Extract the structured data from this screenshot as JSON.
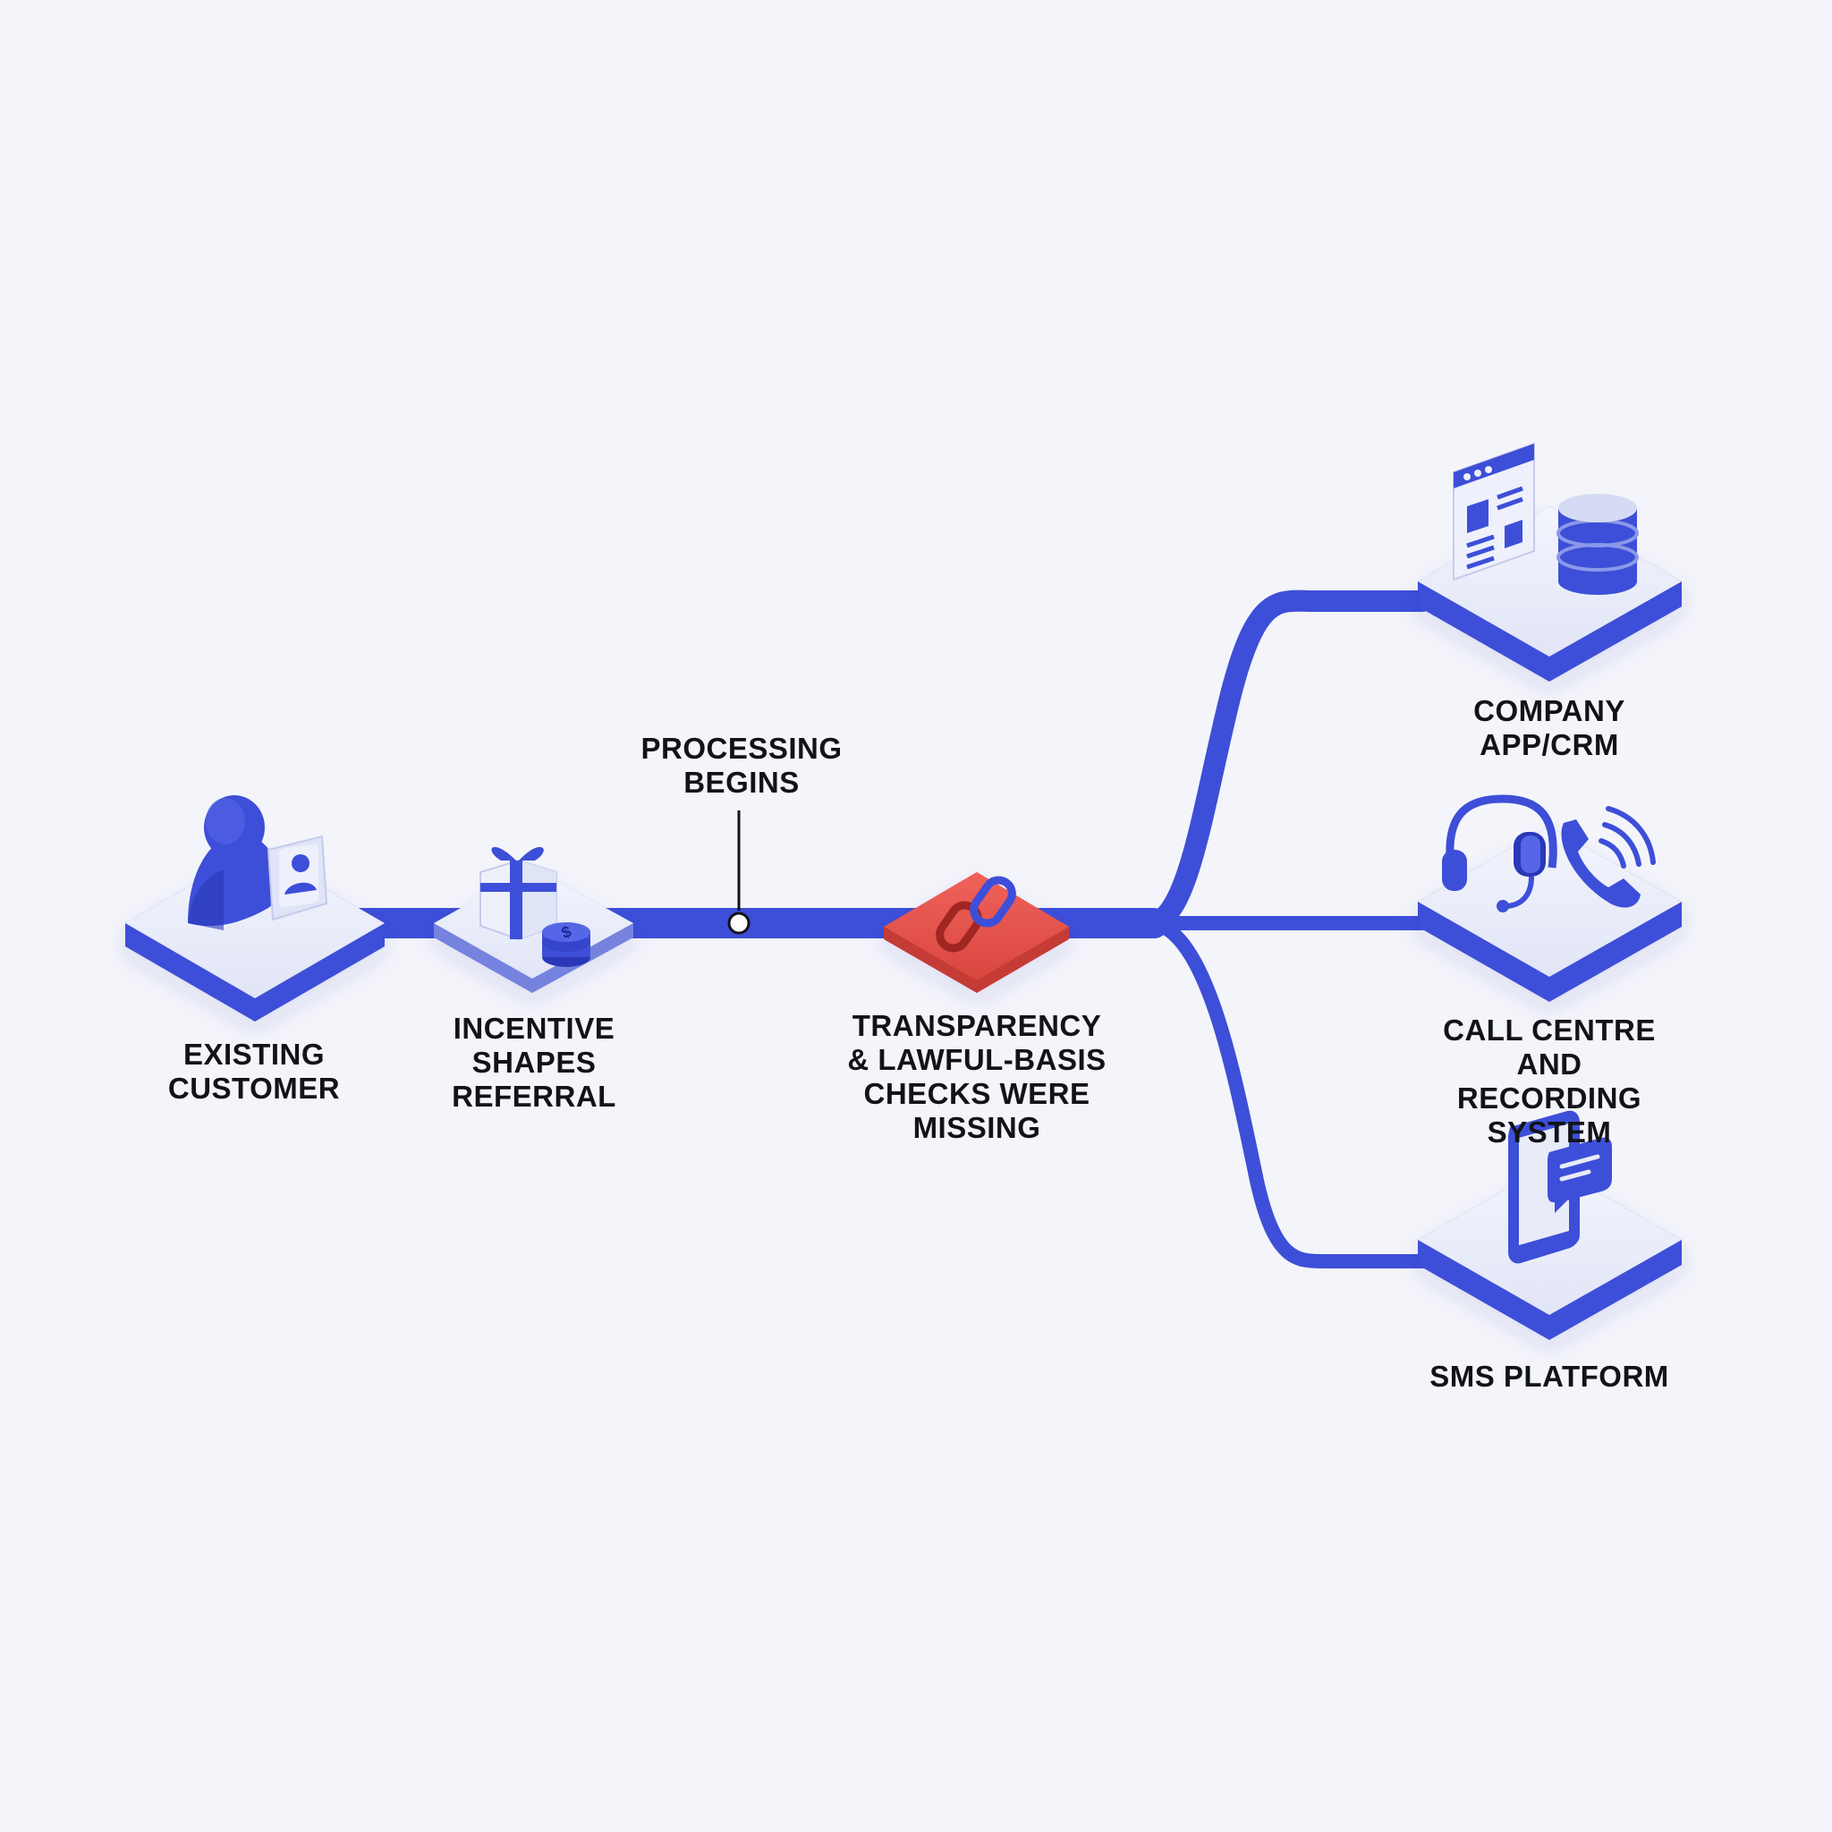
{
  "colors": {
    "background": "#f4f5fa",
    "primary_blue": "#3d4fd8",
    "dark_blue": "#2a38b8",
    "platform_top": "#e8ebf8",
    "warning_red": "#e5524b",
    "text": "#111318"
  },
  "nodes": {
    "existing_customer": {
      "label": "EXISTING\nCUSTOMER",
      "icons": [
        "person-icon",
        "profile-card-icon"
      ]
    },
    "incentive": {
      "label": "INCENTIVE\nSHAPES\nREFERRAL",
      "icons": [
        "gift-box-icon",
        "coin-stack-icon"
      ]
    },
    "processing": {
      "label": "PROCESSING\nBEGINS"
    },
    "checks_missing": {
      "label": "TRANSPARENCY\n& LAWFUL-BASIS\nCHECKS WERE\nMISSING",
      "icons": [
        "broken-link-icon"
      ]
    },
    "company_app_crm": {
      "label": "COMPANY\nAPP/CRM",
      "icons": [
        "app-window-icon",
        "database-icon"
      ]
    },
    "call_centre": {
      "label": "CALL CENTRE AND\nRECORDING SYSTEM",
      "icons": [
        "headset-icon",
        "phone-ringing-icon"
      ]
    },
    "sms_platform": {
      "label": "SMS PLATFORM",
      "icons": [
        "smartphone-icon",
        "chat-bubble-icon"
      ]
    }
  }
}
